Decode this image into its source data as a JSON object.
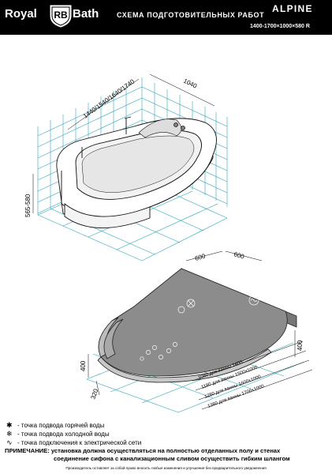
{
  "header": {
    "brand_left": "Royal",
    "brand_mark": "RB",
    "brand_right": "Bath",
    "scheme_title": "СХЕМА ПОДГОТОВИТЕЛЬНЫХ РАБОТ",
    "model": "ALPINE",
    "dimensions": "1400-1700×1000×580 R"
  },
  "drawing_labels": {
    "length_dims": "1440/1540/1640/1740",
    "width_dim": "1040",
    "height_dim": "565-580",
    "dim_600_a": "600",
    "dim_600_b": "600",
    "dim_400_left": "400",
    "dim_400_right": "400",
    "dim_320": "320",
    "length_notes": [
      "1080 для ванны 1400",
      "1180 для ванны 1500х1000",
      "1280 для ванны 1600х1000",
      "1380 для ванны 1700х1000"
    ]
  },
  "legend": [
    {
      "icon": "hot-water-icon",
      "symbol": "✱",
      "text": "- точка подвода горячей воды"
    },
    {
      "icon": "cold-water-icon",
      "symbol": "❄",
      "text": "- точка подвода холодной воды"
    },
    {
      "icon": "electric-icon",
      "symbol": "∿",
      "text": "- точка подключения к электрической сети"
    }
  ],
  "note": {
    "title": "ПРИМЕЧАНИЕ:",
    "line1": "установка должна осуществляться на полностью отделанных полу и стенах",
    "line2": "соединение сифона с канализационным сливом осуществить гибким шлангом"
  },
  "footer": "Производитель оставляет за собой право вносить любые изменения и улучшения без предварительного уведомления"
}
